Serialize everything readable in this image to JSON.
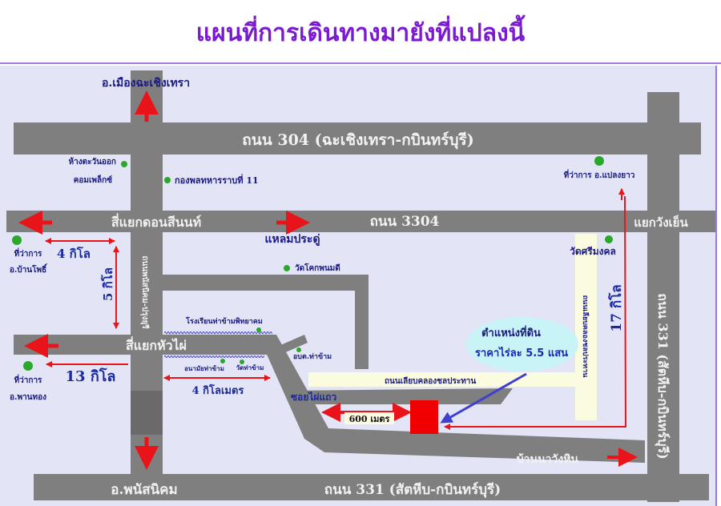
{
  "title": "แผนที่การเดินทางมายังที่แปลงนี้",
  "colors": {
    "title": "#7a1bd0",
    "map_background": "#e3e5f7",
    "road": "#7f7f7f",
    "arrow": "#e8141a",
    "land_marker": "#f00000",
    "callout": "#c8f4f8",
    "local_road": "#fbfbe0",
    "landmark": "#2aa82a"
  },
  "roads": {
    "r304": "ถนน 304 (ฉะเชิงเทรา-กบินทร์บุรี)",
    "r3304": "ถนน 3304",
    "r331_bottom": "ถนน 331 (สัตหีบ-กบินทร์บุรี)",
    "r331_right": "ถนน 331 (สัตหีบ-กบินทร์บุรี)",
    "left_vertical": "ถนนพนัสนิคม-ปรุงยุรี",
    "canal_road": "ถนนเลียบคลองชลประทาน",
    "canal_road_vertical": "ถนนเลียบคลองชลประทาน",
    "soi": "ซอยไผ่แถว"
  },
  "places": {
    "mueang": "อ.เมืองฉะเชิงเทรา",
    "junction_donsinon": "สี่แยกดอนสีนนท์",
    "junction_huaphai": "สี่แยกหัวไผ่",
    "junction_wangyen": "แยกวังเย็น",
    "laem_pradu": "แหลมประดู่",
    "phanat": "อ.พนัสนิคม",
    "ban_na_wang_hin": "บ้านนาวังหิน",
    "store_line1": "ห้างตะวันออก",
    "store_line2": "คอมเพล็กซ์",
    "army": "กองพลทหารราบที่ 11",
    "banpho_line1": "ที่ว่าการ",
    "banpho_line2": "อ.บ้านโพธิ์",
    "phanthong_line1": "ที่ว่าการ",
    "phanthong_line2": "อ.พานทอง",
    "plaengyao": "ที่ว่าการ อ.แปลงยาว",
    "wat_khok": "วัดโคกพนมดี",
    "wat_sri": "วัดศรีมงคล",
    "school": "โรงเรียนท่าข้ามพิทยาคม",
    "health": "อนามัยท่าข้าม",
    "wat_thakham": "วัดท่าข้าม",
    "obt": "อบต.ท่าข้าม"
  },
  "distances": {
    "d4km": "4 กิโล",
    "d5km": "5 กิโล",
    "d13km": "13 กิโล",
    "d4kmeter": "4 กิโลเมตร",
    "d600": "600 เมตร",
    "d17km": "17 กิโล"
  },
  "callout": {
    "line1": "ตำแหน่งที่ดิน",
    "line2": "ราคาไร่ละ 5.5 แสน"
  }
}
